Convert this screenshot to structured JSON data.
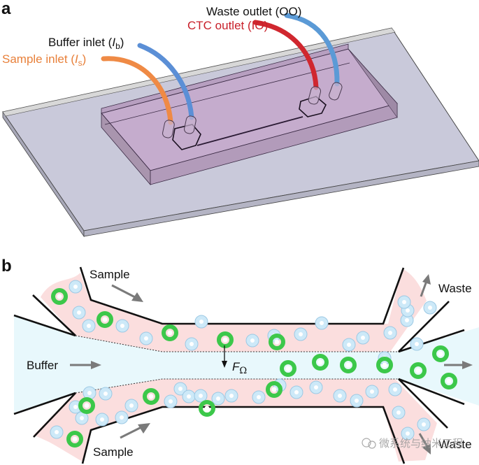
{
  "panel_a": {
    "letter": "a",
    "labels": {
      "waste_outlet": "Waste outlet (OO)",
      "ctc_outlet": "CTC outlet (IO)",
      "buffer_inlet_prefix": "Buffer inlet (",
      "buffer_inlet_var": "I",
      "buffer_inlet_sub": "b",
      "buffer_inlet_suffix": ")",
      "sample_inlet_prefix": "Sample inlet (",
      "sample_inlet_var": "I",
      "sample_inlet_sub": "s",
      "sample_inlet_suffix": ")"
    },
    "colors": {
      "sample_tube": "#ef8a45",
      "buffer_tube": "#5b8fd6",
      "ctc_tube": "#d0272f",
      "waste_tube": "#5b9ad6",
      "ctc_label": "#c8202a",
      "sample_label": "#e8803a",
      "glass_slide": "#c9c9da",
      "pdms_chip": "#c6aecf"
    }
  },
  "panel_b": {
    "letter": "b",
    "labels": {
      "sample_top": "Sample",
      "sample_bottom": "Sample",
      "buffer": "Buffer",
      "waste_top": "Waste",
      "waste_bottom": "Waste",
      "force_var": "F",
      "force_sub": "Ω"
    },
    "colors": {
      "sample_stream": "#fbdede",
      "buffer_stream": "#e8f8fc",
      "ctc_cell": "#3cc84a",
      "blood_cell": "#cde9f8",
      "arrow": "#7a7a7a"
    }
  },
  "watermark": "微系统与纳米工程"
}
